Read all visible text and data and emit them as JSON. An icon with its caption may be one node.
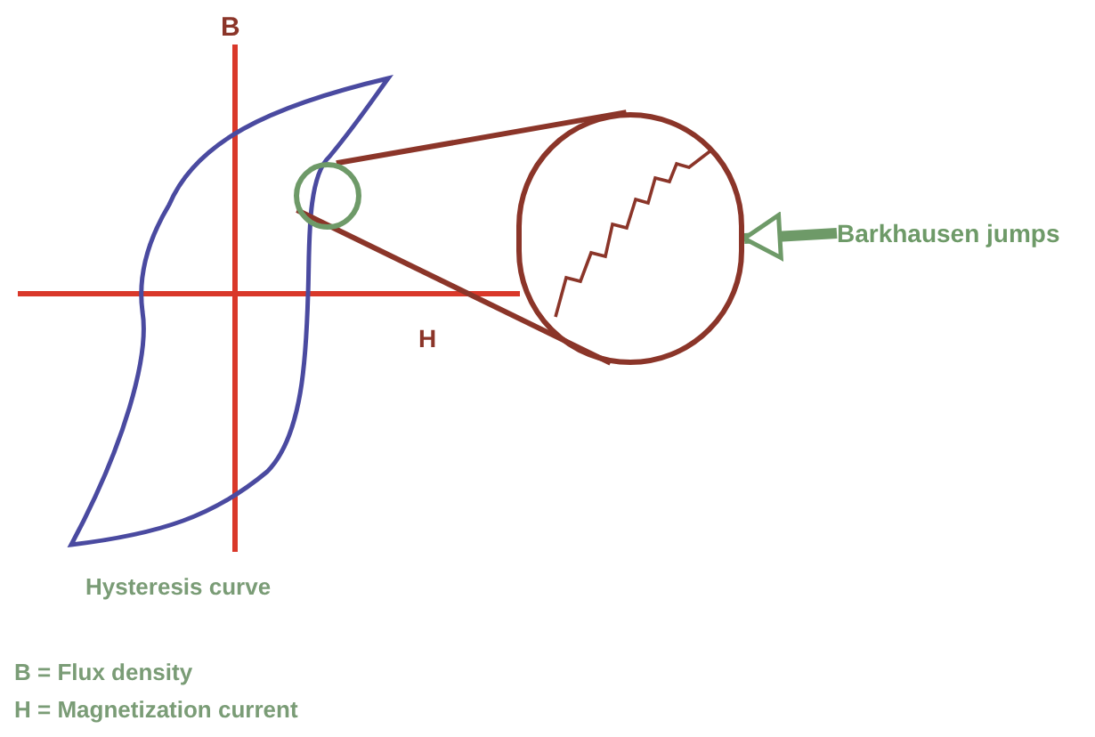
{
  "diagram": {
    "nodes": [
      {
        "text": [],
        "shape": "circle"
      },
      {
        "text": [],
        "shape": "circle"
      },
      {
        "text": [
          "Barkhausen jumps"
        ]
      }
    ],
    "edges": [
      {
        "from": 0,
        "to": 1,
        "arrow": "none"
      },
      {
        "from": 0,
        "to": 1,
        "arrow": "none"
      },
      {
        "from": 2,
        "to": 1,
        "arrow": "to",
        "style": "thick",
        "color": "#6e9a68"
      }
    ],
    "labels": [
      "B",
      "H",
      "Hysteresis curve",
      "B = Flux density",
      "H = Magnetization current"
    ]
  }
}
